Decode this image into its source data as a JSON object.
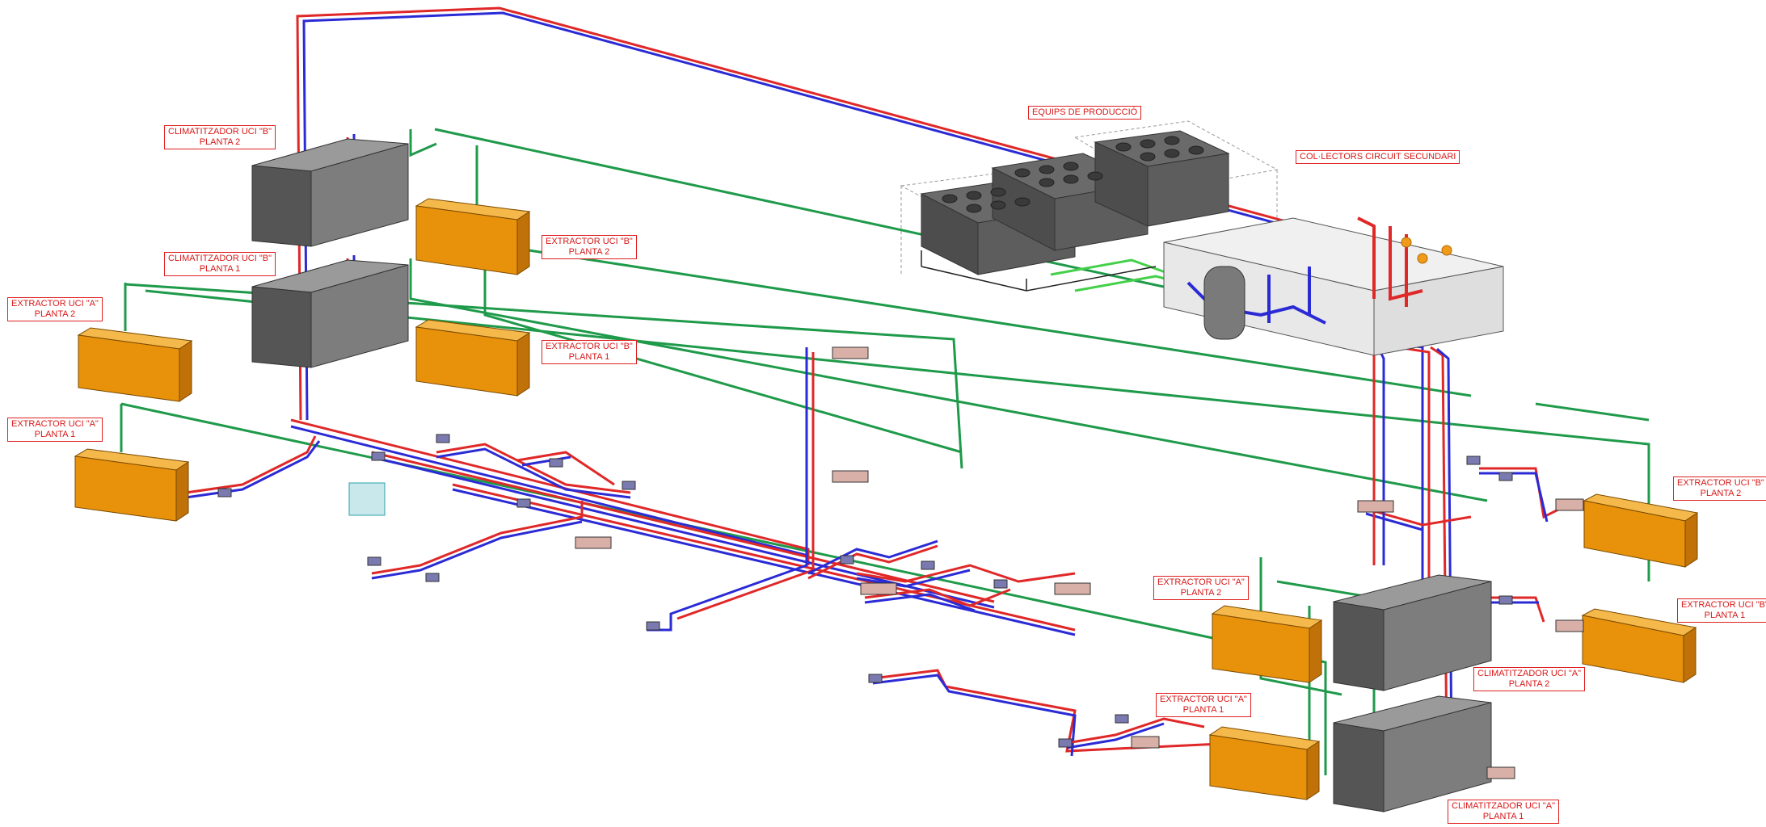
{
  "labels": {
    "equips": "EQUIPS DE PRODUCCIÓ",
    "colectors": "COL·LECTORS CIRCUIT SECUNDARI",
    "clim_b_p2": {
      "l1": "CLIMATITZADOR UCI \"B\"",
      "l2": "PLANTA 2"
    },
    "clim_b_p1": {
      "l1": "CLIMATITZADOR UCI \"B\"",
      "l2": "PLANTA 1"
    },
    "ext_a_p2_left": {
      "l1": "EXTRACTOR UCI \"A\"",
      "l2": "PLANTA 2"
    },
    "ext_a_p1_left": {
      "l1": "EXTRACTOR UCI \"A\"",
      "l2": "PLANTA 1"
    },
    "ext_b_p2_left": {
      "l1": "EXTRACTOR UCI \"B\"",
      "l2": "PLANTA 2"
    },
    "ext_b_p1_left": {
      "l1": "EXTRACTOR UCI \"B\"",
      "l2": "PLANTA 1"
    },
    "ext_b_p2_right": {
      "l1": "EXTRACTOR UCI \"B\"",
      "l2": "PLANTA 2"
    },
    "ext_b_p1_right": {
      "l1": "EXTRACTOR UCI \"B\"",
      "l2": "PLANTA 1"
    },
    "ext_a_p2_mid": {
      "l1": "EXTRACTOR UCI \"A\"",
      "l2": "PLANTA 2"
    },
    "ext_a_p1_mid": {
      "l1": "EXTRACTOR UCI \"A\"",
      "l2": "PLANTA 1"
    },
    "clim_a_p2": {
      "l1": "CLIMATITZADOR UCI \"A\"",
      "l2": "PLANTA 2"
    },
    "clim_a_p1": {
      "l1": "CLIMATITZADOR UCI \"A\"",
      "l2": "PLANTA 1"
    }
  },
  "colors": {
    "supply_pipe": "#e02828",
    "return_pipe": "#2b2bd6",
    "exhaust_duct": "#1f9a4a",
    "extractor": "#e8920c",
    "air_handler": "#8c8c8c",
    "label_border": "#e02020"
  }
}
